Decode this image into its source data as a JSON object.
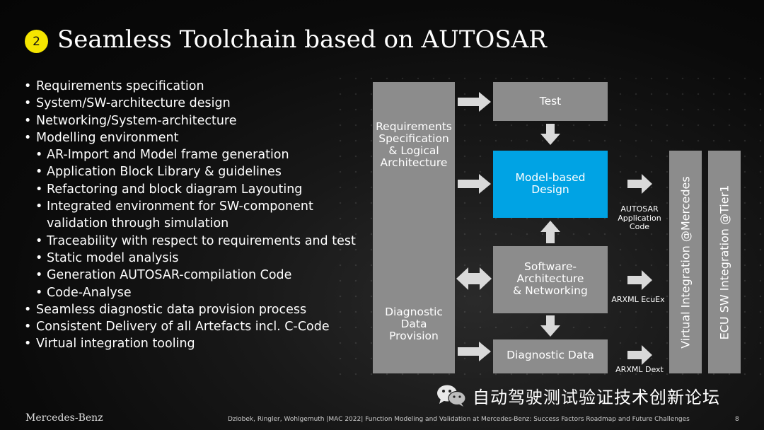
{
  "slide": {
    "number_badge": "2",
    "title": "Seamless Toolchain based on AUTOSAR",
    "page_number": "8"
  },
  "bullets": [
    {
      "level": 1,
      "text": "Requirements specification"
    },
    {
      "level": 1,
      "text": "System/SW-architecture design"
    },
    {
      "level": 1,
      "text": "Networking/System-architecture"
    },
    {
      "level": 1,
      "text": "Modelling environment"
    },
    {
      "level": 2,
      "text": "AR-Import and Model frame generation"
    },
    {
      "level": 2,
      "text": "Application Block Library & guidelines"
    },
    {
      "level": 2,
      "text": "Refactoring and block diagram Layouting"
    },
    {
      "level": 2,
      "text": "Integrated environment for SW-component"
    },
    {
      "level": 3,
      "text": "validation through simulation"
    },
    {
      "level": 2,
      "text": "Traceability with respect to requirements and test"
    },
    {
      "level": 2,
      "text": "Static model analysis"
    },
    {
      "level": 2,
      "text": "Generation AUTOSAR-compilation Code"
    },
    {
      "level": 2,
      "text": "Code-Analyse"
    },
    {
      "level": 1,
      "text": "Seamless diagnostic data provision process"
    },
    {
      "level": 1,
      "text": "Consistent Delivery of all Artefacts incl. C-Code"
    },
    {
      "level": 1,
      "text": "Virtual integration tooling"
    }
  ],
  "diagram": {
    "left_box_top_lines": [
      "Requirements",
      "Specification",
      "& Logical",
      "Architecture"
    ],
    "left_box_bottom_lines": [
      "Diagnostic",
      "Data",
      "Provision"
    ],
    "test": "Test",
    "model_lines": [
      "Model-based",
      "Design"
    ],
    "sw_lines": [
      "Software-",
      "Architecture",
      "& Networking"
    ],
    "diagnostic_data": "Diagnostic Data",
    "autosar_code_lines": [
      "AUTOSAR",
      "Application",
      "Code"
    ],
    "arxml_ecuex": "ARXML EcuEx",
    "arxml_dext": "ARXML Dext",
    "virtual_integration": "Virtual Integration @Mercedes",
    "ecu_integration": "ECU SW Integration @Tier1"
  },
  "colors": {
    "badge": "#f5e500",
    "box_gray": "#8c8c8c",
    "box_blue": "#00a3e4",
    "arrow": "#d9d9d9"
  },
  "footer": {
    "brand": "Mercedes-Benz",
    "citation": "Dziobek, Ringler, Wohlgemuth |MAC 2022| Function Modeling and Validation at Mercedes-Benz: Success Factors Roadmap and Future Challenges"
  },
  "watermark": {
    "icon": "wechat-icon",
    "text": "自动驾驶测试验证技术创新论坛"
  }
}
